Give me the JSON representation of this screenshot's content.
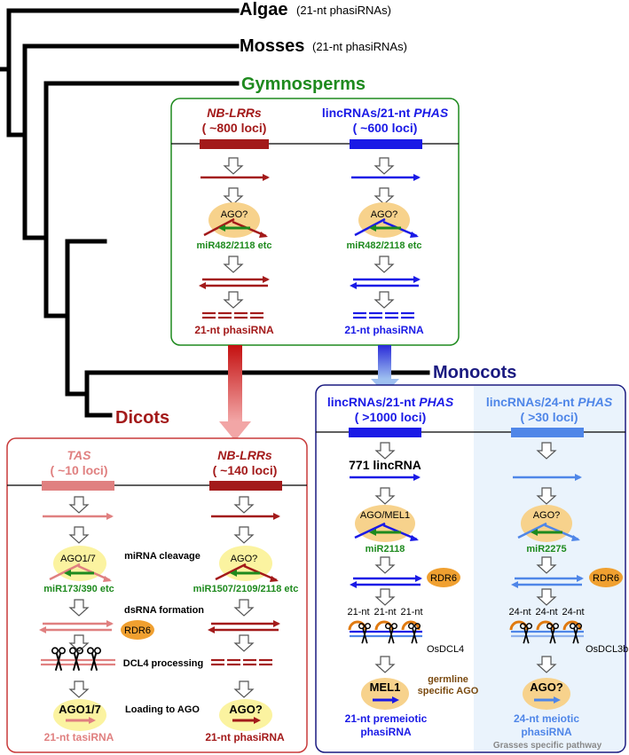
{
  "colors": {
    "dark_red": "#a31a1a",
    "pink": "#e08080",
    "blue": "#1a1ae6",
    "light_blue": "#4f86e8",
    "green": "#1e8a1e",
    "navy": "#1a1a80",
    "ago_yellow": "#fbf3a0",
    "ago_orange": "#f7d28c",
    "rdr6_orange": "#f0a030",
    "panel_bg_blue": "#eaf3fc"
  },
  "tree": {
    "algae_name": "Algae",
    "algae_note": "(21-nt phasiRNAs)",
    "mosses_name": "Mosses",
    "mosses_note": "(21-nt phasiRNAs)",
    "gymnosperms": "Gymnosperms",
    "monocots": "Monocots",
    "dicots": "Dicots"
  },
  "gymno_panel": {
    "left_title": "NB-LRRs",
    "left_loci": "( ~800 loci)",
    "right_title_a": "lincRNAs/21-nt ",
    "right_title_b": "PHAS",
    "right_loci": "( ~600 loci)",
    "left_ago": "AGO?",
    "right_ago": "AGO?",
    "left_mirna": "miR482/2118 etc",
    "right_mirna": "miR482/2118 etc",
    "left_product": "21-nt phasiRNA",
    "right_product": "21-nt phasiRNA"
  },
  "dicot_panel": {
    "left_title": "TAS",
    "left_loci": "( ~10 loci)",
    "right_title": "NB-LRRs",
    "right_loci": "( ~140 loci)",
    "left_ago": "AGO1/7",
    "right_ago": "AGO?",
    "left_mirna": "miR173/390 etc",
    "right_mirna": "miR1507/2109/2118 etc",
    "step_cleavage": "miRNA cleavage",
    "step_dsrna": "dsRNA formation",
    "step_dcl4": "DCL4 processing",
    "step_loading": "Loading to AGO",
    "rdr6": "RDR6",
    "left_final_ago": "AGO1/7",
    "right_final_ago": "AGO?",
    "left_product": "21-nt tasiRNA",
    "right_product": "21-nt phasiRNA"
  },
  "monocot_panel": {
    "left_title_a": "lincRNAs/21-nt ",
    "left_title_b": "PHAS",
    "left_loci": "( >1000 loci)",
    "right_title_a": "lincRNAs/24-nt ",
    "right_title_b": "PHAS",
    "right_loci": "( >30 loci)",
    "left_count": "771 lincRNA",
    "left_ago": "AGO/MEL1",
    "right_ago": "AGO?",
    "left_mirna": "miR2118",
    "right_mirna": "miR2275",
    "rdr6_left": "RDR6",
    "rdr6_right": "RDR6",
    "left_sizes": [
      "21-nt",
      "21-nt",
      "21-nt"
    ],
    "right_sizes": [
      "24-nt",
      "24-nt",
      "24-nt"
    ],
    "left_dicer": "OsDCL4",
    "right_dicer": "OsDCL3b",
    "left_final_ago": "MEL1",
    "germline_note_a": "germline",
    "germline_note_b": "specific AGO",
    "right_final_ago": "AGO?",
    "left_product_a": "21-nt premeiotic",
    "left_product_b": "phasiRNA",
    "right_product_a": "24-nt meiotic",
    "right_product_b": "phasiRNA",
    "footer": "Grasses specific pathway"
  }
}
